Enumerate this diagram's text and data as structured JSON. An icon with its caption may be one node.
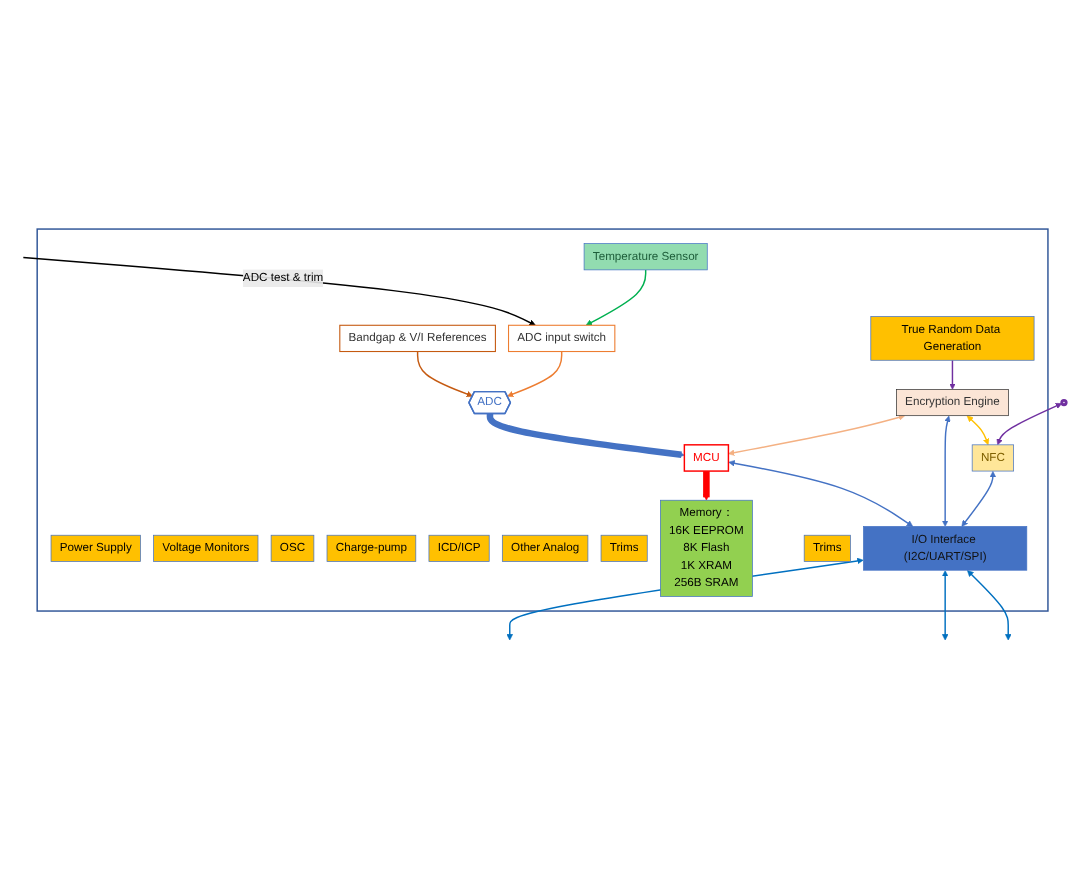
{
  "diagram": {
    "nodes": [
      {
        "text": [],
        "shape": "box"
      },
      {
        "text": [
          "Power Supply"
        ],
        "in": 0
      },
      {
        "text": [
          "Voltage Monitors"
        ],
        "in": 0
      },
      {
        "text": [
          "OSC"
        ],
        "in": 0
      },
      {
        "text": [
          "Charge-pump"
        ],
        "in": 0
      },
      {
        "text": [
          "ICD/ICP"
        ],
        "in": 0
      },
      {
        "text": [
          "Other Analog"
        ],
        "in": 0
      },
      {
        "text": [
          "Trims"
        ],
        "in": 0
      },
      {
        "text": [
          "ADC input switch"
        ],
        "in": 0
      },
      {
        "text": [
          "Bandgap & V/I References"
        ],
        "in": 0
      },
      {
        "text": [
          "Temperature Sensor"
        ],
        "in": 0
      },
      {
        "text": [
          "ADC"
        ],
        "in": 0
      },
      {
        "text": [
          "MCU"
        ],
        "in": 0
      },
      {
        "text": [
          "Memory：",
          "16K EEPROM",
          "8K Flash",
          "1K XRAM",
          "256B SRAM"
        ],
        "in": 0
      },
      {
        "text": [
          "Trims"
        ],
        "in": 0
      },
      {
        "text": [
          "Encryption Engine"
        ],
        "in": 0
      },
      {
        "text": [
          "True Random Data Generation"
        ],
        "in": 0
      },
      {
        "text": [
          "NFC"
        ],
        "in": 0
      },
      {
        "text": [
          "I/O Interface (I2C/UART/SPI)"
        ],
        "in": 0
      },
      {
        "text": [],
        "shape": "circle"
      }
    ],
    "edges": [
      {
        "from": null,
        "to": 8,
        "arrow": "to",
        "label": "ADC test & trim",
        "color": "#000000"
      },
      {
        "from": 9,
        "to": 11,
        "arrow": "to",
        "color": "#c55a11"
      },
      {
        "from": 10,
        "to": 8,
        "arrow": "to",
        "color": "#00b050"
      },
      {
        "from": 8,
        "to": 11,
        "arrow": "to",
        "color": "#ed7d31"
      },
      {
        "from": 11,
        "to": 12,
        "arrow": "to",
        "style": "thick"
      },
      {
        "from": 12,
        "to": 13,
        "arrow": "to",
        "style": "thick",
        "color": "#ff0000"
      },
      {
        "from": 15,
        "to": 12,
        "arrow": "both",
        "color": "#f4b183"
      },
      {
        "from": 12,
        "to": 18,
        "arrow": "both"
      },
      {
        "from": 16,
        "to": 15,
        "arrow": "to",
        "color": "#7030a0"
      },
      {
        "from": 15,
        "to": 17,
        "arrow": "both",
        "color": "#ffc000"
      },
      {
        "from": 15,
        "to": 18,
        "arrow": "both"
      },
      {
        "from": 17,
        "to": 18,
        "arrow": "both"
      },
      {
        "from": 19,
        "to": 17,
        "arrow": "both",
        "color": "#7030a0"
      },
      {
        "from": 18,
        "to": null,
        "arrow": "both",
        "color": "#0070c0"
      },
      {
        "from": 18,
        "to": null,
        "arrow": "both",
        "color": "#0070c0"
      },
      {
        "from": 18,
        "to": null,
        "arrow": "both",
        "color": "#0070c0"
      }
    ]
  }
}
